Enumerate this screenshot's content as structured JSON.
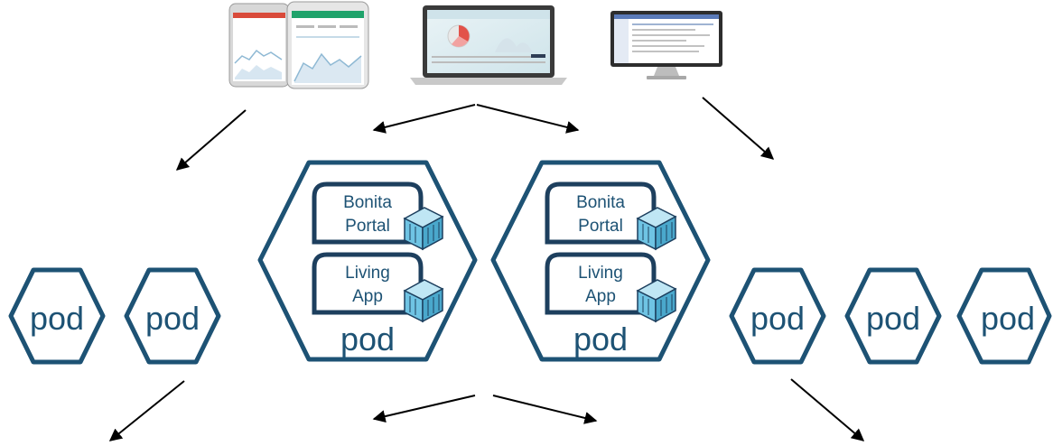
{
  "colors": {
    "pod_stroke": "#1d5274",
    "pod_text": "#1d5274",
    "container_stroke": "#1d3f5e",
    "cube_fill": "#6fc4e4",
    "arrow": "#000000"
  },
  "icons": {
    "phones": "smartphone-icon",
    "laptop": "laptop-icon",
    "desktop": "desktop-monitor-icon",
    "cube": "container-cube-icon"
  },
  "small_pods": {
    "label": "pod",
    "count_left": 2,
    "count_right": 3
  },
  "big_pods": [
    {
      "label": "pod",
      "containers": [
        {
          "line1": "Bonita",
          "line2": "Portal"
        },
        {
          "line1": "Living",
          "line2": "App"
        }
      ]
    },
    {
      "label": "pod",
      "containers": [
        {
          "line1": "Bonita",
          "line2": "Portal"
        },
        {
          "line1": "Living",
          "line2": "App"
        }
      ]
    }
  ]
}
